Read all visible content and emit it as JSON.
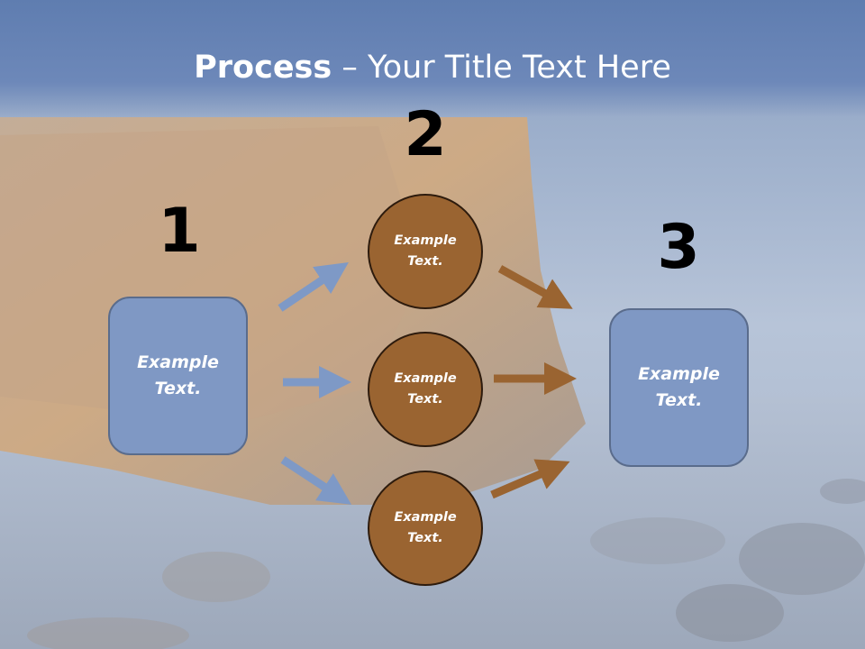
{
  "title": {
    "bold": "Process",
    "rest": " – Your Title Text Here"
  },
  "steps": [
    {
      "number": "1",
      "label": "Example\nText."
    },
    {
      "number": "2",
      "label": "Example\nText."
    },
    {
      "number": "3",
      "label": "Example\nText."
    }
  ],
  "circles": [
    {
      "label": "Example\nText."
    },
    {
      "label": "Example\nText."
    },
    {
      "label": "Example\nText."
    }
  ],
  "colors": {
    "box_fill": "#7f98c4",
    "circle_fill": "#9a6431",
    "arrow_blue": "#7e99c6",
    "arrow_brown": "#9a6431"
  }
}
